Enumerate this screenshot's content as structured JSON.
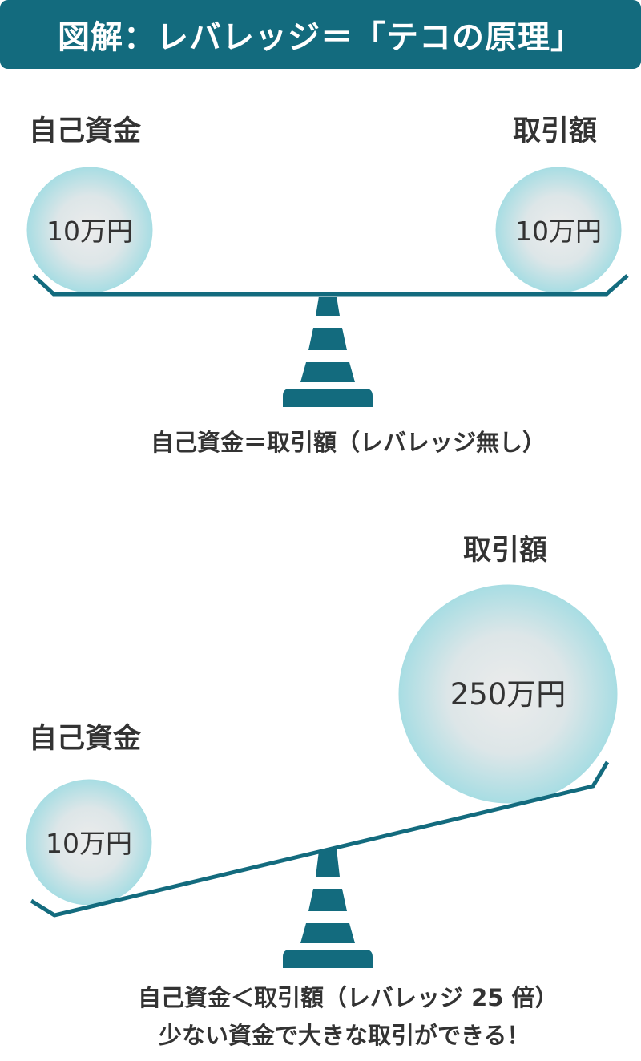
{
  "header": {
    "title": "図解：レバレッジ＝「テコの原理」"
  },
  "scale1": {
    "left_label": "自己資金",
    "right_label": "取引額",
    "left_amount": "10万円",
    "right_amount": "10万円",
    "caption": "自己資金＝取引額（レバレッジ無し）"
  },
  "scale2": {
    "left_label": "自己資金",
    "right_label": "取引額",
    "left_amount": "10万円",
    "right_amount": "250万円",
    "caption_line1": "自己資金＜取引額（レバレッジ 25 倍）",
    "caption_line2": "少ない資金で大きな取引ができる！"
  },
  "colors": {
    "primary": "#136b7e",
    "text": "#333333",
    "ball_center": "#e9e9ea",
    "ball_edge": "#a8dde3"
  }
}
